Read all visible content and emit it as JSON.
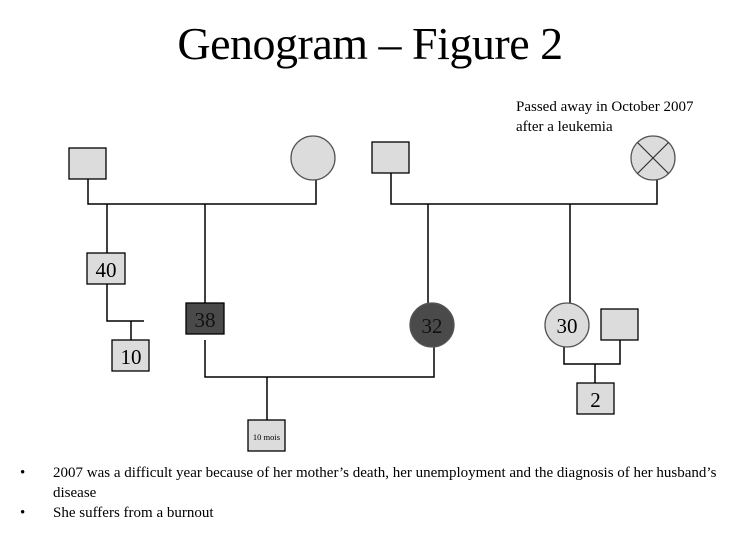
{
  "title": "Genogram – Figure 2",
  "note": {
    "line1": "Passed away in October 2007",
    "line2": "after a leukemia"
  },
  "colors": {
    "fill_default": "#dcdcdc",
    "fill_highlight": "#4a4a4a",
    "stroke": "#000000"
  },
  "persons": {
    "paternal_grandfather": {
      "shape": "square",
      "label": ""
    },
    "paternal_grandmother": {
      "shape": "circle",
      "label": ""
    },
    "maternal_grandfather": {
      "shape": "square",
      "label": ""
    },
    "maternal_grandmother": {
      "shape": "circle",
      "label": "",
      "deceased": true
    },
    "uncle": {
      "shape": "square",
      "label": "40"
    },
    "cousin": {
      "shape": "square",
      "label": "10"
    },
    "husband": {
      "shape": "square",
      "label": "38",
      "highlight": true
    },
    "patient": {
      "shape": "circle",
      "label": "32",
      "highlight": true
    },
    "sister": {
      "shape": "circle",
      "label": "30"
    },
    "sister_spouse": {
      "shape": "square",
      "label": ""
    },
    "baby": {
      "shape": "square",
      "label": "10 mois"
    },
    "niece_nephew": {
      "shape": "square",
      "label": "2"
    }
  },
  "bullets": [
    "2007 was a difficult year because of her mother’s death, her unemployment and the diagnosis of her husband’s disease",
    "She suffers from a burnout"
  ],
  "bullet_symbol": "•"
}
